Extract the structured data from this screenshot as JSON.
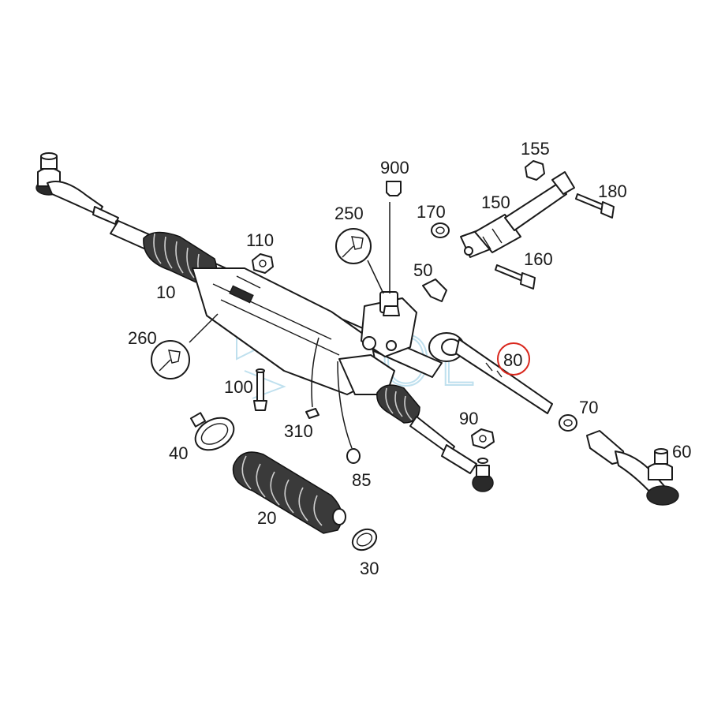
{
  "diagram": {
    "watermark": "SOL",
    "highlight_color": "#d9261c",
    "labels": [
      {
        "id": "p10",
        "text": "10"
      },
      {
        "id": "p20",
        "text": "20"
      },
      {
        "id": "p30",
        "text": "30"
      },
      {
        "id": "p40",
        "text": "40"
      },
      {
        "id": "p50",
        "text": "50"
      },
      {
        "id": "p60",
        "text": "60"
      },
      {
        "id": "p70",
        "text": "70"
      },
      {
        "id": "p80",
        "text": "80",
        "highlighted": true
      },
      {
        "id": "p85",
        "text": "85"
      },
      {
        "id": "p90",
        "text": "90"
      },
      {
        "id": "p100",
        "text": "100"
      },
      {
        "id": "p110",
        "text": "110"
      },
      {
        "id": "p150",
        "text": "150"
      },
      {
        "id": "p155",
        "text": "155"
      },
      {
        "id": "p160",
        "text": "160"
      },
      {
        "id": "p170",
        "text": "170"
      },
      {
        "id": "p180",
        "text": "180"
      },
      {
        "id": "p250",
        "text": "250"
      },
      {
        "id": "p260",
        "text": "260"
      },
      {
        "id": "p310",
        "text": "310"
      },
      {
        "id": "p900",
        "text": "900"
      }
    ]
  }
}
